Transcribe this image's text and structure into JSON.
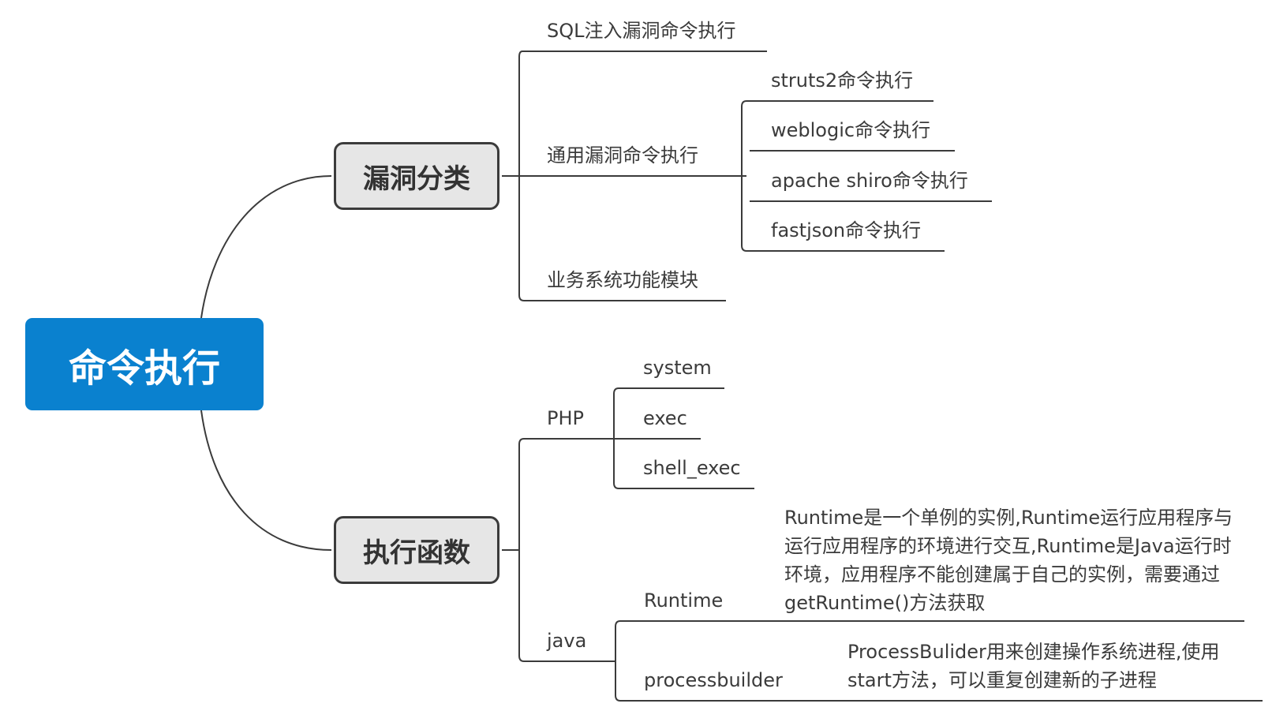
{
  "root": "命令执行",
  "branches": [
    {
      "label": "漏洞分类",
      "children": [
        {
          "label": "SQL注入漏洞命令执行"
        },
        {
          "label": "通用漏洞命令执行",
          "children": [
            "struts2命令执行",
            "weblogic命令执行",
            "apache shiro命令执行",
            "fastjson命令执行"
          ]
        },
        {
          "label": "业务系统功能模块"
        }
      ]
    },
    {
      "label": "执行函数",
      "children": [
        {
          "label": "PHP",
          "children": [
            "system",
            "exec",
            "shell_exec"
          ]
        },
        {
          "label": "java",
          "children": [
            {
              "label": "Runtime",
              "note": "Runtime是一个单例的实例,Runtime运行应用程序与运行应用程序的环境进行交互,Runtime是Java运行时环境，应用程序不能创建属于自己的实例，需要通过getRuntime()方法获取"
            },
            {
              "label": "processbuilder",
              "note": "ProcessBulider用来创建操作系统进程,使用start方法，可以重复创建新的子进程"
            }
          ]
        }
      ]
    }
  ],
  "colors": {
    "root": "#0a81cf",
    "branch_fill": "#e6e6e6",
    "line": "#3b3b3b",
    "text": "#3b3b3b"
  }
}
